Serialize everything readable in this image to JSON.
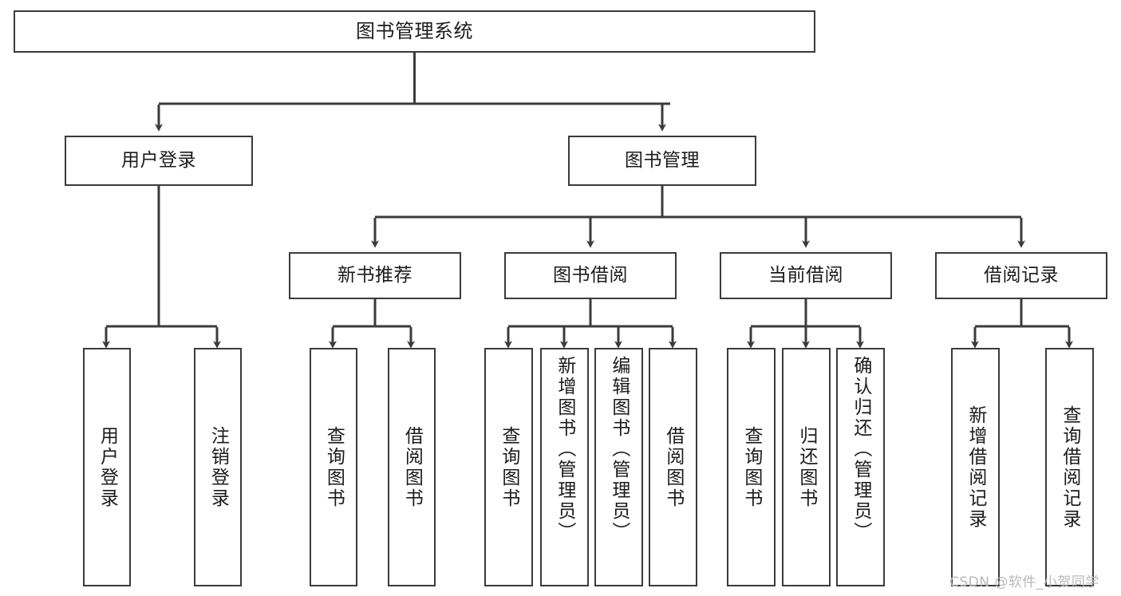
{
  "diagram": {
    "title": "图书管理系统",
    "type": "tree-hierarchy",
    "colors": {
      "background": "#ffffff",
      "node_border": "#3b3b3b",
      "node_fill": "#ffffff",
      "connector": "#3b3b3b",
      "text": "#1b1b1b",
      "watermark": "#b9b9b9"
    },
    "root": {
      "label": "图书管理系统"
    },
    "level2": [
      {
        "label": "用户登录"
      },
      {
        "label": "图书管理"
      }
    ],
    "level3": [
      {
        "label": "新书推荐"
      },
      {
        "label": "图书借阅"
      },
      {
        "label": "当前借阅"
      },
      {
        "label": "借阅记录"
      }
    ],
    "leaves": {
      "user_login": [
        {
          "label": "用户登录"
        },
        {
          "label": "注销登录"
        }
      ],
      "new_book_recommend": [
        {
          "label": "查询图书"
        },
        {
          "label": "借阅图书"
        }
      ],
      "book_borrow": [
        {
          "label": "查询图书"
        },
        {
          "label": "新增图书（管理员）"
        },
        {
          "label": "编辑图书（管理员）"
        },
        {
          "label": "借阅图书"
        }
      ],
      "current_borrow": [
        {
          "label": "查询图书"
        },
        {
          "label": "归还图书"
        },
        {
          "label": "确认归还（管理员）"
        }
      ],
      "borrow_record": [
        {
          "label": "新增借阅记录"
        },
        {
          "label": "查询借阅记录"
        }
      ]
    }
  },
  "watermark": {
    "text": "CSDN @软件_小贺同学"
  }
}
